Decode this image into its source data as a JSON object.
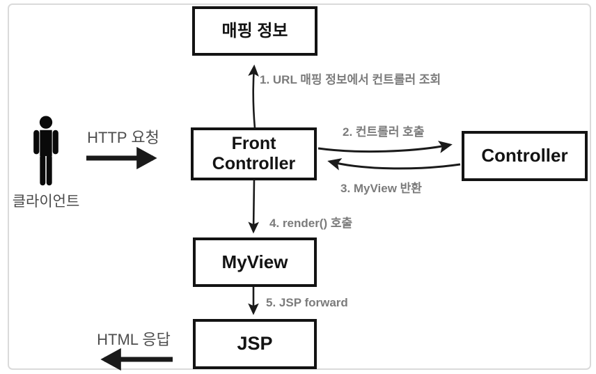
{
  "diagram": {
    "nodes": {
      "mapping_info": {
        "label": "매핑 정보"
      },
      "front_controller": {
        "label": "Front Controller"
      },
      "controller": {
        "label": "Controller"
      },
      "my_view": {
        "label": "MyView"
      },
      "jsp": {
        "label": "JSP"
      }
    },
    "actor": {
      "label": "클라이언트"
    },
    "flows": {
      "http_request": {
        "label": "HTTP 요청"
      },
      "html_response": {
        "label": "HTML 응답"
      }
    },
    "steps": [
      {
        "label": "1. URL 매핑 정보에서 컨트롤러 조회"
      },
      {
        "label": "2. 컨트롤러 호출"
      },
      {
        "label": "3. MyView 반환"
      },
      {
        "label": "4. render() 호출"
      },
      {
        "label": "5. JSP forward"
      }
    ],
    "colors": {
      "box_border": "#131313",
      "box_text": "#131313",
      "step_label": "#7b7b7b",
      "flow_label": "#4e4e4e",
      "arrow": "#1a1a1a",
      "canvas_border": "#dadada",
      "background": "#ffffff"
    }
  }
}
